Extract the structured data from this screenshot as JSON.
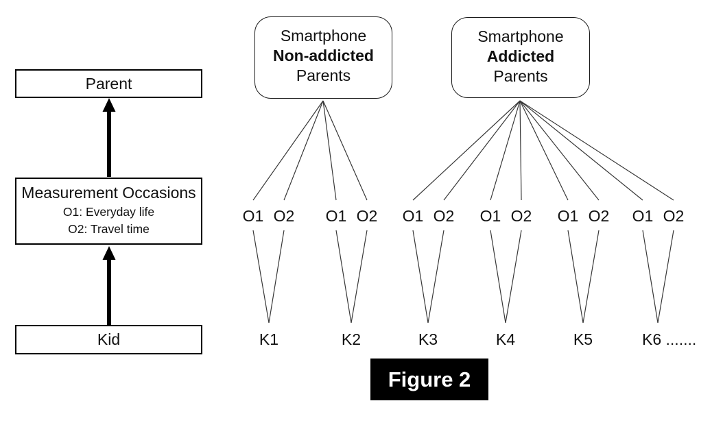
{
  "figure": {
    "label": "Figure 2"
  },
  "hierarchy": {
    "parent_label": "Parent",
    "measurement": {
      "title": "Measurement Occasions",
      "occasion1": "O1: Everyday life",
      "occasion2": "O2: Travel time"
    },
    "kid_label": "Kid"
  },
  "groups": [
    {
      "line1": "Smartphone",
      "line2": "Non-addicted",
      "line3": "Parents"
    },
    {
      "line1": "Smartphone",
      "line2": "Addicted",
      "line3": "Parents"
    }
  ],
  "pairs": [
    {
      "o1": "O1",
      "o2": "O2",
      "kid": "K1"
    },
    {
      "o1": "O1",
      "o2": "O2",
      "kid": "K2"
    },
    {
      "o1": "O1",
      "o2": "O2",
      "kid": "K3"
    },
    {
      "o1": "O1",
      "o2": "O2",
      "kid": "K4"
    },
    {
      "o1": "O1",
      "o2": "O2",
      "kid": "K5"
    },
    {
      "o1": "O1",
      "o2": "O2",
      "kid": "K6 ......."
    }
  ],
  "colors": {
    "box_border": "#000000",
    "connector_line": "#383838",
    "figure_bg": "#000000",
    "figure_text": "#ffffff"
  }
}
